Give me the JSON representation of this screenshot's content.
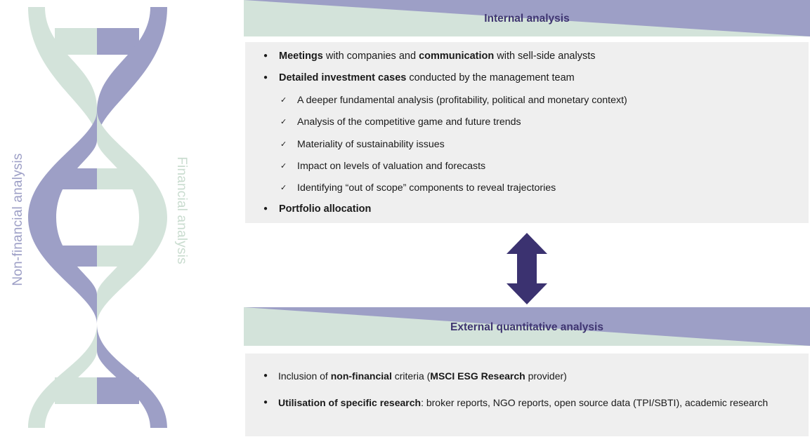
{
  "colors": {
    "purple": "#9d9fc6",
    "green": "#d3e3da",
    "dark_purple": "#3f3571",
    "arrow": "#3b3270",
    "panel_bg": "#efefef"
  },
  "helix": {
    "left_label": "Non-financial analysis",
    "right_label": "Financial analysis"
  },
  "internal": {
    "title": "Internal analysis",
    "bullets": [
      {
        "strong1": "Meetings",
        "text1": " with companies and ",
        "strong2": "communication",
        "text2": " with sell-side analysts"
      },
      {
        "strong1": "Detailed investment cases",
        "text1": " conducted by the management team"
      }
    ],
    "checks": [
      "A deeper fundamental analysis (profitability, political and monetary context)",
      "Analysis of the competitive game and future trends",
      "Materiality of sustainability issues",
      "Impact on levels of valuation and forecasts",
      "Identifying “out of scope” components to reveal trajectories"
    ],
    "last_bullet": "Portfolio allocation"
  },
  "external": {
    "title": "External quantitative analysis",
    "bullet1": {
      "text1": "Inclusion of ",
      "strong1": "non-financial",
      "text2": " criteria (",
      "strong2": "MSCI ESG Research",
      "text3": " provider)"
    },
    "bullet2": {
      "strong1": "Utilisation of specific research",
      "text1": ": broker reports, NGO reports, open source data (TPI/SBTI), academic research"
    }
  },
  "arrow_icon": "double-vertical-arrow-icon"
}
